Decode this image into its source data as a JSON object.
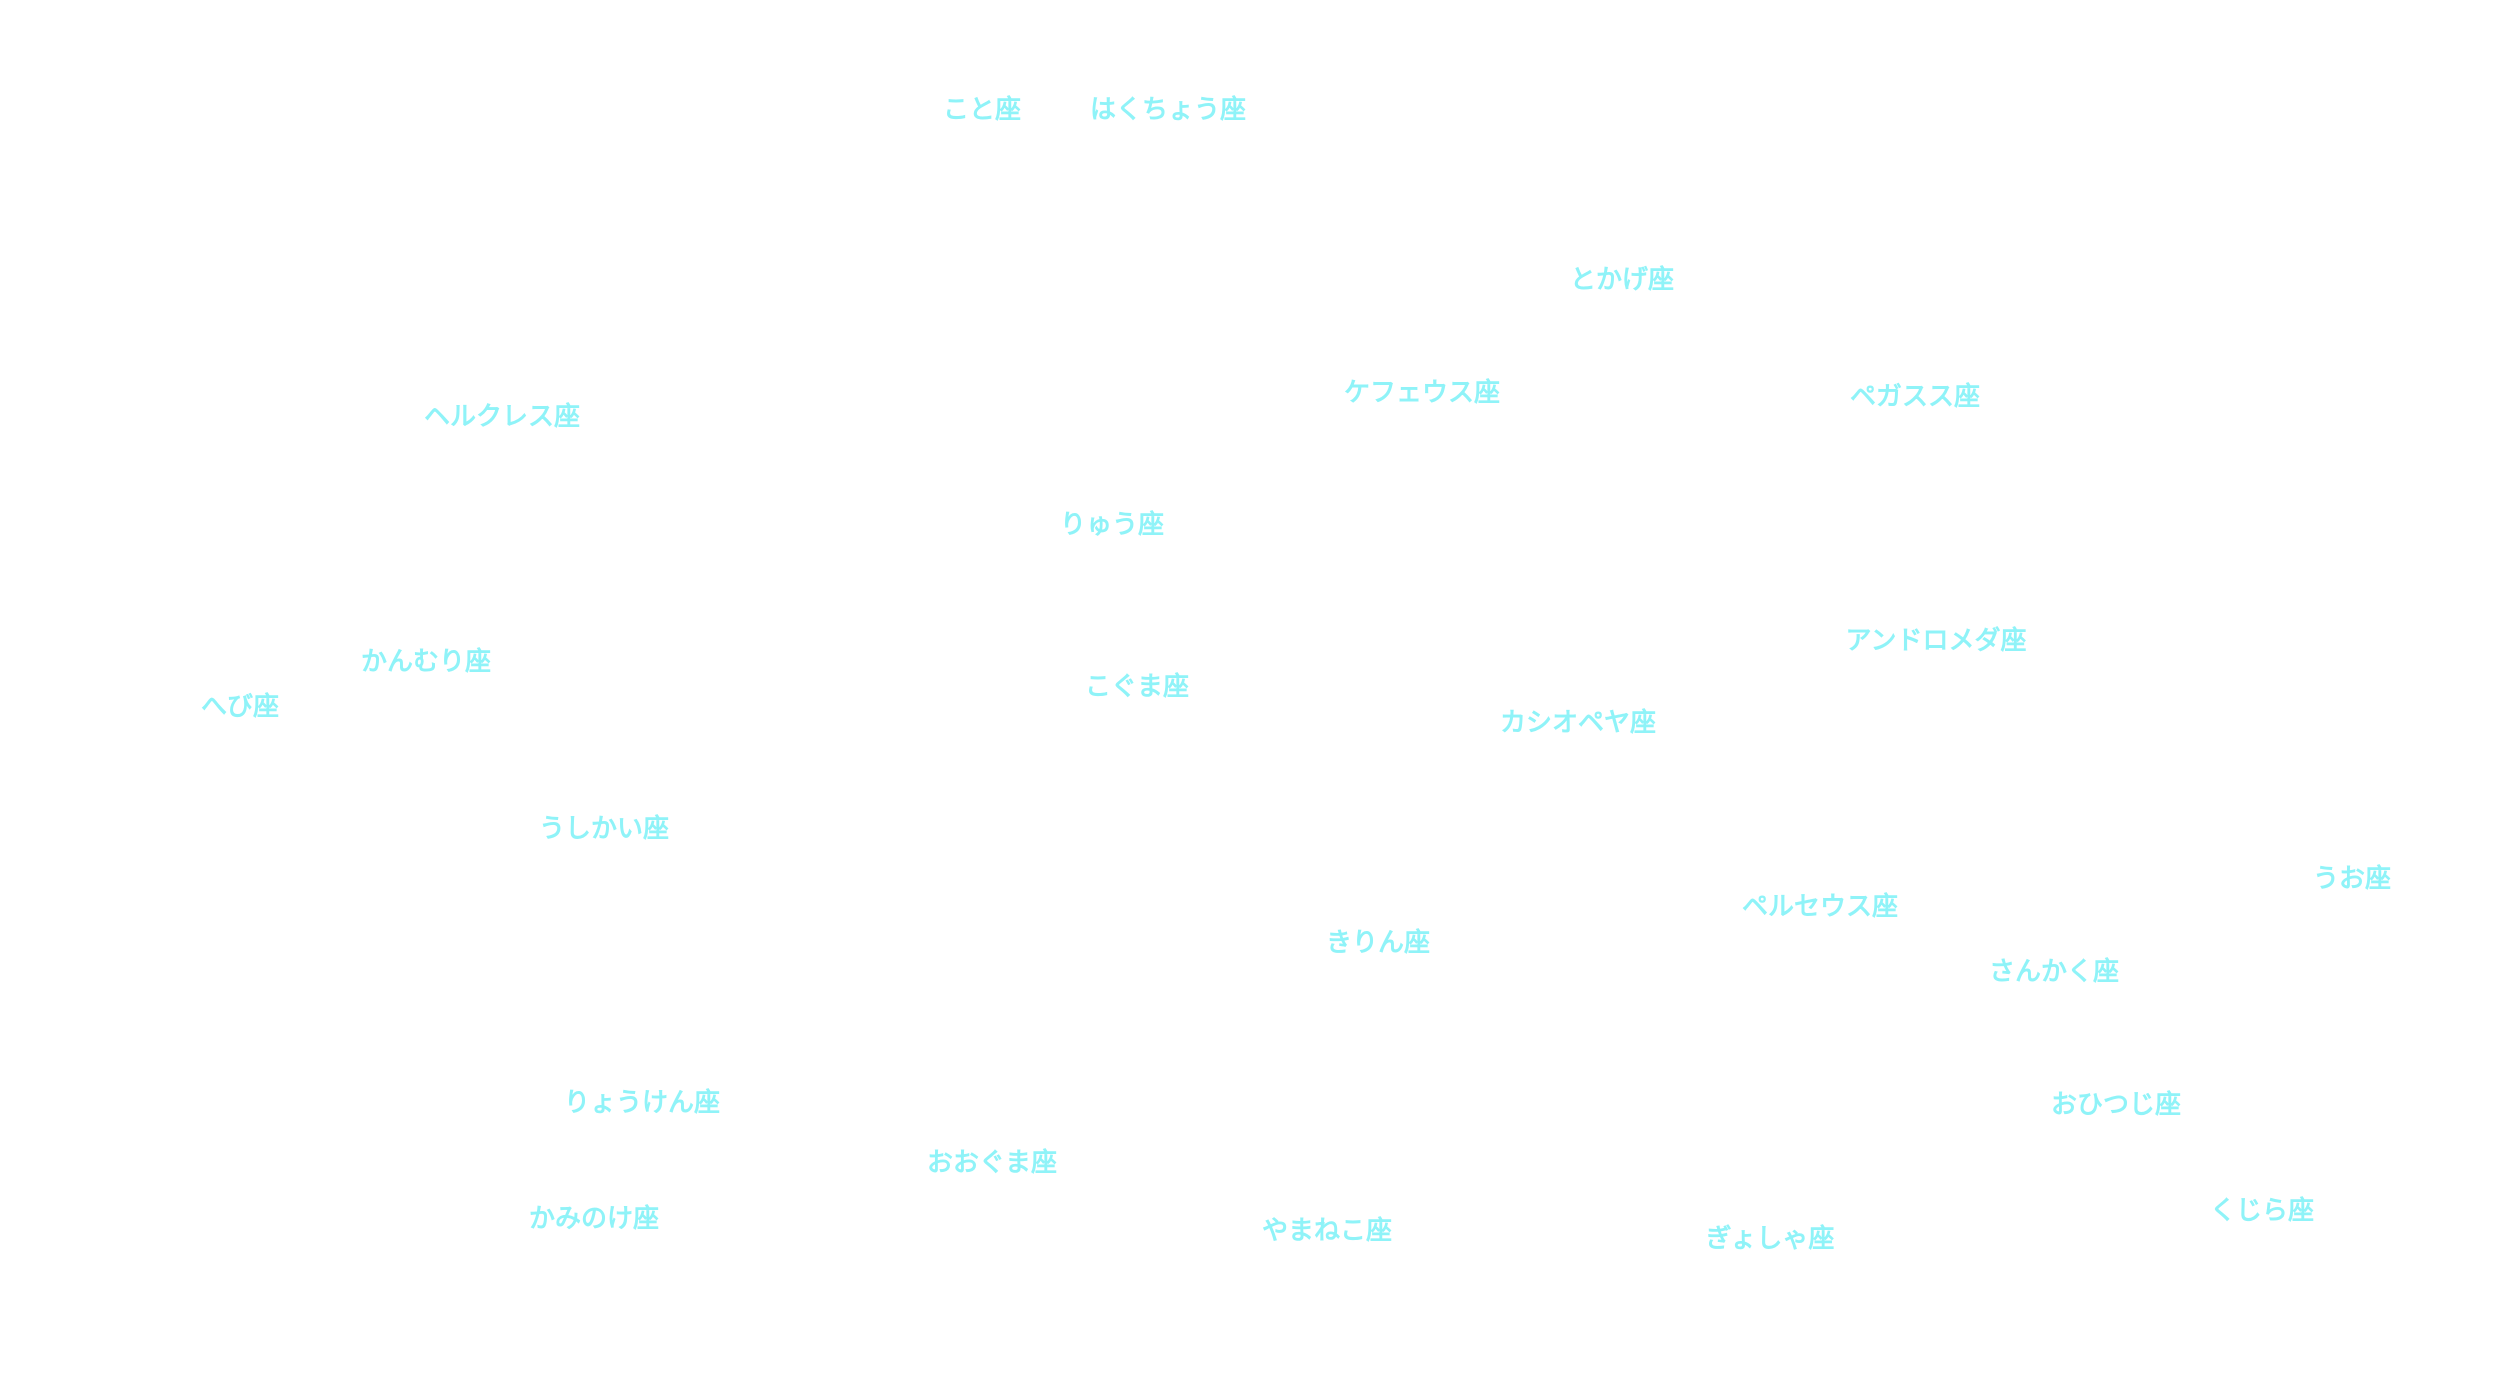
{
  "colors": {
    "label": "#8ff3f8",
    "background": "#ffffff"
  },
  "constellations": [
    {
      "id": "koto",
      "label": "こと座"
    },
    {
      "id": "hakucho",
      "label": "はくちょう座"
    },
    {
      "id": "tokage",
      "label": "とかげ座"
    },
    {
      "id": "kefeusu",
      "label": "ケフェウス座"
    },
    {
      "id": "pegasusu",
      "label": "ペガスス座"
    },
    {
      "id": "herukuresu",
      "label": "ヘルクレス座"
    },
    {
      "id": "ryu",
      "label": "りゅう座"
    },
    {
      "id": "andoromeda",
      "label": "アンドロメダ座"
    },
    {
      "id": "kanmuri",
      "label": "かんむり座"
    },
    {
      "id": "koguma",
      "label": "こぐま座"
    },
    {
      "id": "hebi",
      "label": "へび座"
    },
    {
      "id": "kashiopeya",
      "label": "カシオペヤ座"
    },
    {
      "id": "ushikai",
      "label": "うしかい座"
    },
    {
      "id": "uo",
      "label": "うお座"
    },
    {
      "id": "peruseusu",
      "label": "ペルセウス座"
    },
    {
      "id": "kirin",
      "label": "きりん座"
    },
    {
      "id": "sankaku",
      "label": "さんかく座"
    },
    {
      "id": "ohitsuji",
      "label": "おひつじ座"
    },
    {
      "id": "ryoken",
      "label": "りょうけん座"
    },
    {
      "id": "ooguma",
      "label": "おおぐま座"
    },
    {
      "id": "kaminoke",
      "label": "かみのけ座"
    },
    {
      "id": "kujira",
      "label": "くじら座"
    },
    {
      "id": "yamaneko",
      "label": "やまねこ座"
    },
    {
      "id": "gyosha",
      "label": "ぎょしゃ座"
    }
  ]
}
